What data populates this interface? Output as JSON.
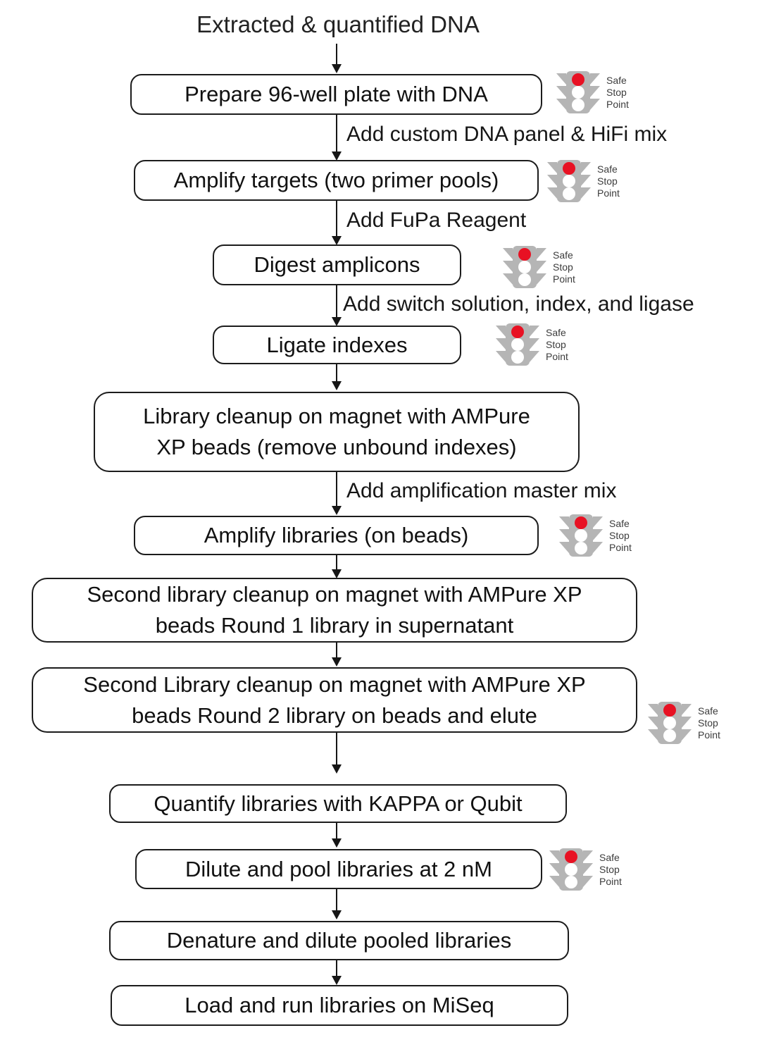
{
  "title": "Extracted & quantified DNA",
  "traffic_light": {
    "icon": "traffic-light-icon",
    "lines": [
      "Safe",
      "Stop",
      "Point"
    ],
    "active_light_color": "#e81123",
    "body_color": "#b5b5b5"
  },
  "colors": {
    "box_border": "#1c1c1c",
    "text": "#111111",
    "background": "#ffffff"
  },
  "steps": [
    {
      "id": "prepare-plate",
      "lines": [
        "Prepare 96-well plate with DNA"
      ],
      "safe_stop_point": true
    },
    {
      "id": "amplify-targets",
      "lines": [
        "Amplify targets (two primer pools)"
      ],
      "safe_stop_point": true
    },
    {
      "id": "digest-amplicons",
      "lines": [
        "Digest amplicons"
      ],
      "safe_stop_point": true
    },
    {
      "id": "ligate-indexes",
      "lines": [
        "Ligate indexes"
      ],
      "safe_stop_point": true
    },
    {
      "id": "library-cleanup",
      "lines": [
        "Library cleanup on magnet with AMPure",
        "XP beads (remove unbound indexes)"
      ],
      "safe_stop_point": false
    },
    {
      "id": "amplify-libraries",
      "lines": [
        "Amplify libraries (on beads)"
      ],
      "safe_stop_point": true
    },
    {
      "id": "second-cleanup-round1",
      "lines": [
        "Second library cleanup on magnet with AMPure XP",
        "beads Round 1 library in supernatant"
      ],
      "safe_stop_point": false
    },
    {
      "id": "second-cleanup-round2",
      "lines": [
        "Second Library cleanup on magnet with AMPure XP",
        "beads Round 2 library on beads and elute"
      ],
      "safe_stop_point": true
    },
    {
      "id": "quantify-libraries",
      "lines": [
        "Quantify libraries with KAPPA or Qubit"
      ],
      "safe_stop_point": false
    },
    {
      "id": "dilute-pool",
      "lines": [
        "Dilute and pool libraries at 2 nM"
      ],
      "safe_stop_point": true
    },
    {
      "id": "denature-dilute",
      "lines": [
        "Denature and dilute pooled libraries"
      ],
      "safe_stop_point": false
    },
    {
      "id": "load-run-miseq",
      "lines": [
        "Load and run libraries on MiSeq"
      ],
      "safe_stop_point": false
    }
  ],
  "edge_labels": [
    {
      "text": "Add custom DNA panel & HiFi mix"
    },
    {
      "text": "Add FuPa Reagent"
    },
    {
      "text": "Add switch solution, index, and ligase"
    },
    {
      "text": "Add amplification master mix"
    }
  ]
}
